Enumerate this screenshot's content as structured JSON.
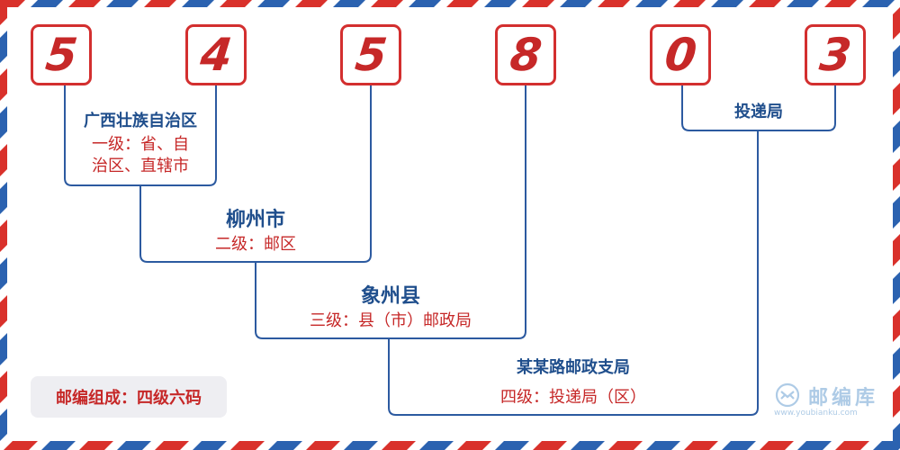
{
  "code": {
    "digits": [
      "5",
      "4",
      "5",
      "8",
      "0",
      "3"
    ]
  },
  "levels": {
    "province": {
      "name": "广西壮族自治区",
      "desc_line1": "一级：省、自",
      "desc_line2": "治区、直辖市"
    },
    "city": {
      "name": "柳州市",
      "desc": "二级：邮区"
    },
    "county": {
      "name": "象州县",
      "desc": "三级：县（市）邮政局"
    },
    "office": {
      "name": "某某路邮政支局",
      "desc": "四级：投递局（区）"
    },
    "delivery": {
      "name": "投递局"
    }
  },
  "badge": {
    "text": "邮编组成：四级六码"
  },
  "logo": {
    "name": "邮编库",
    "url": "www.youbianku.com",
    "icon": "envelope-circle-icon"
  },
  "colors": {
    "red": "#d32f2f",
    "blue": "#2c5aa0",
    "stripe_red": "#d9312b",
    "stripe_blue": "#2b62b0"
  }
}
